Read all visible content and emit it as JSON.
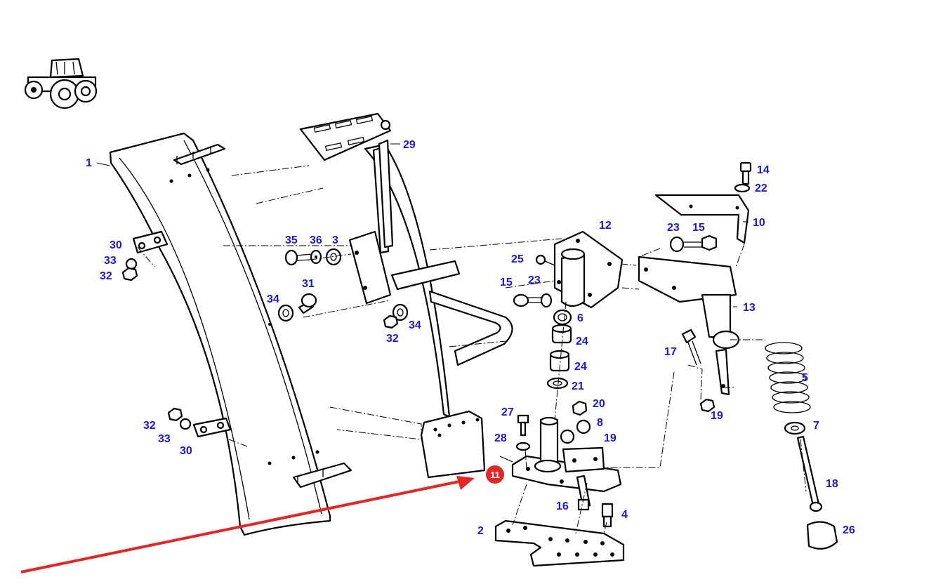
{
  "colors": {
    "label": "#1a1ac8",
    "line": "#000000",
    "highlight": "#e32626",
    "background": "#ffffff"
  },
  "icons": {
    "vehicle": "tractor-icon"
  },
  "callouts": {
    "p1": "1",
    "p2": "2",
    "p3": "3",
    "p4": "4",
    "p5": "5",
    "p6": "6",
    "p7": "7",
    "p8": "8",
    "p10": "10",
    "p12": "12",
    "p13": "13",
    "p14": "14",
    "p15a": "15",
    "p15b": "15",
    "p16": "16",
    "p17": "17",
    "p18": "18",
    "p19a": "19",
    "p19b": "19",
    "p20": "20",
    "p21": "21",
    "p22": "22",
    "p23a": "23",
    "p23b": "23",
    "p24a": "24",
    "p24b": "24",
    "p25": "25",
    "p26": "26",
    "p27": "27",
    "p28": "28",
    "p29": "29",
    "p30a": "30",
    "p30b": "30",
    "p31": "31",
    "p32a": "32",
    "p32b": "32",
    "p32c": "32",
    "p33a": "33",
    "p33b": "33",
    "p34a": "34",
    "p34b": "34",
    "p35": "35",
    "p36": "36"
  },
  "highlight": {
    "label": "11"
  }
}
